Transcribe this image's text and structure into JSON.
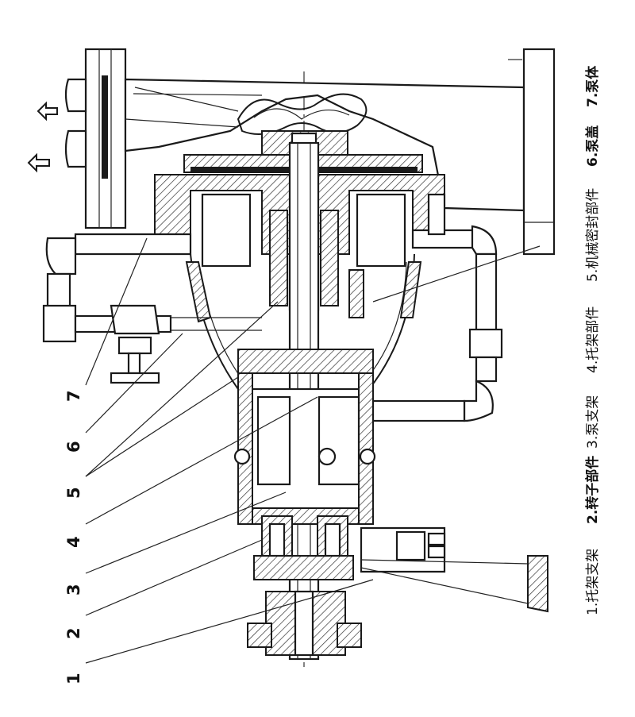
{
  "callouts": [
    {
      "number": "1"
    },
    {
      "number": "2"
    },
    {
      "number": "3"
    },
    {
      "number": "4"
    },
    {
      "number": "5"
    },
    {
      "number": "6"
    },
    {
      "number": "7"
    }
  ],
  "legend": [
    {
      "text": "1.托架支架"
    },
    {
      "text": "2.转子部件"
    },
    {
      "text": "3.泵支架"
    },
    {
      "text": "4.托架部件"
    },
    {
      "text": "5.机械密封部件"
    },
    {
      "text": "6.泵盖"
    },
    {
      "text": "7.泵体"
    }
  ]
}
